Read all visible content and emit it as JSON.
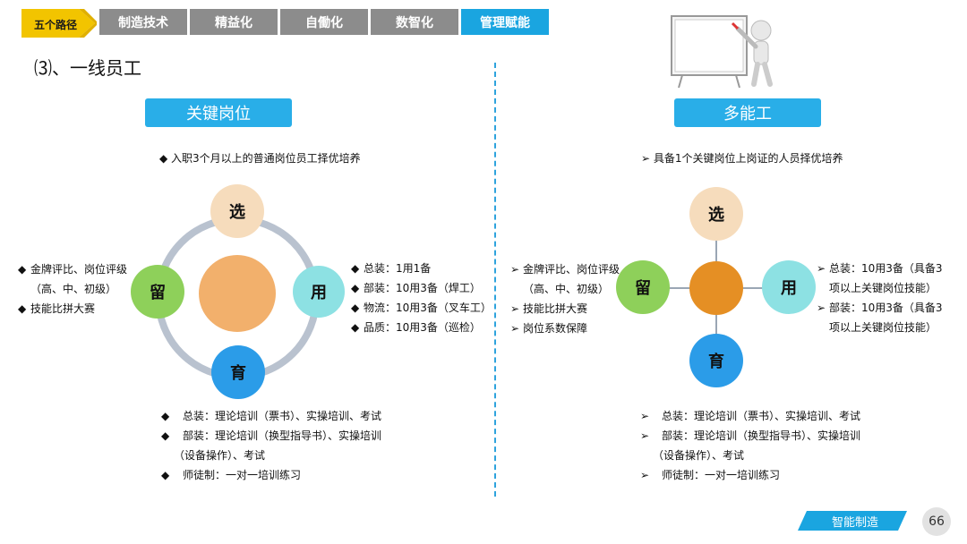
{
  "nav": {
    "home_label": "五个路径",
    "tabs": [
      {
        "label": "制造技术"
      },
      {
        "label": "精益化"
      },
      {
        "label": "自働化"
      },
      {
        "label": "数智化"
      },
      {
        "label": "管理赋能"
      }
    ]
  },
  "section_title": "⑶、一线员工",
  "left": {
    "header": "关键岗位",
    "intro": "◆ 入职3个月以上的普通岗位员工择优培养",
    "nodes": {
      "select": "选",
      "use": "用",
      "train": "育",
      "retain": "留"
    },
    "retain_items": [
      "金牌评比、岗位评级",
      "（高、中、初级）",
      "技能比拼大赛"
    ],
    "use_items": [
      "总装：1用1备",
      "部装：10用3备（焊工）",
      "物流：10用3备（叉车工）",
      "品质：10用3备（巡检）"
    ],
    "train_items": [
      "总装：理论培训（票书）、实操培训、考试",
      "部装：理论培训（换型指导书）、实操培训",
      "（设备操作）、考试",
      "师徒制：一对一培训练习"
    ]
  },
  "right": {
    "header": "多能工",
    "intro": "➢ 具备1个关键岗位上岗证的人员择优培养",
    "nodes": {
      "select": "选",
      "use": "用",
      "train": "育",
      "retain": "留"
    },
    "retain_items": [
      "金牌评比、岗位评级",
      "（高、中、初级）",
      "技能比拼大赛",
      "岗位系数保障"
    ],
    "use_items": [
      "总装：10用3备（具备3",
      "项以上关键岗位技能）",
      "部装：10用3备（具备3",
      "项以上关键岗位技能）"
    ],
    "train_items": [
      "总装：理论培训（票书）、实操培训、考试",
      "部装：理论培训（换型指导书）、实操培训",
      "（设备操作）、考试",
      "师徒制：一对一培训练习"
    ]
  },
  "footer": {
    "label": "智能制造",
    "page": "66"
  },
  "colors": {
    "accent": "#29aee8",
    "select": "#f6dcbc",
    "use": "#8de1e3",
    "train": "#2b9ce8",
    "retain": "#8ed05a",
    "center_left": "#f2b06c",
    "center_right": "#e58f24",
    "ring": "#b9c2cf"
  }
}
